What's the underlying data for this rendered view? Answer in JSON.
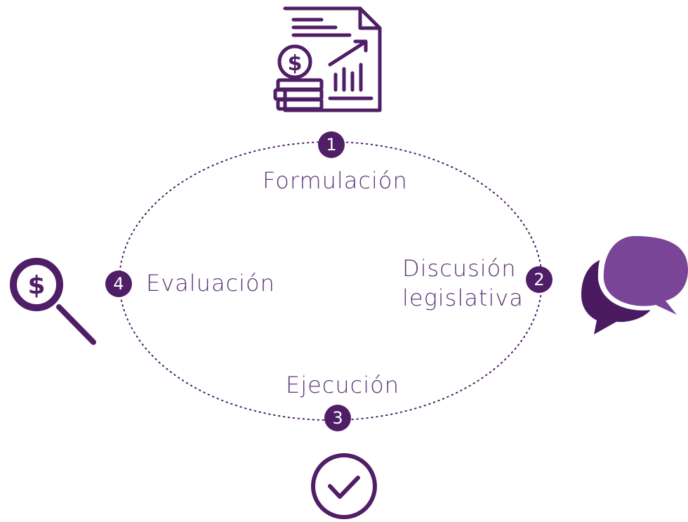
{
  "colors": {
    "primary": "#4f1e66",
    "bubble_light": "#7b4597",
    "bubble_dark": "#4a1b61",
    "text": "#5b3675"
  },
  "steps": [
    {
      "number": "1",
      "label": "Formulación",
      "icon": "budget-report-icon"
    },
    {
      "number": "2",
      "label": "Discusión legislativa",
      "label_line1": "Discusión",
      "label_line2": "legislativa",
      "icon": "speech-bubbles-icon"
    },
    {
      "number": "3",
      "label": "Ejecución",
      "icon": "checkmark-circle-icon"
    },
    {
      "number": "4",
      "label": "Evaluación",
      "icon": "magnifier-dollar-icon"
    }
  ]
}
